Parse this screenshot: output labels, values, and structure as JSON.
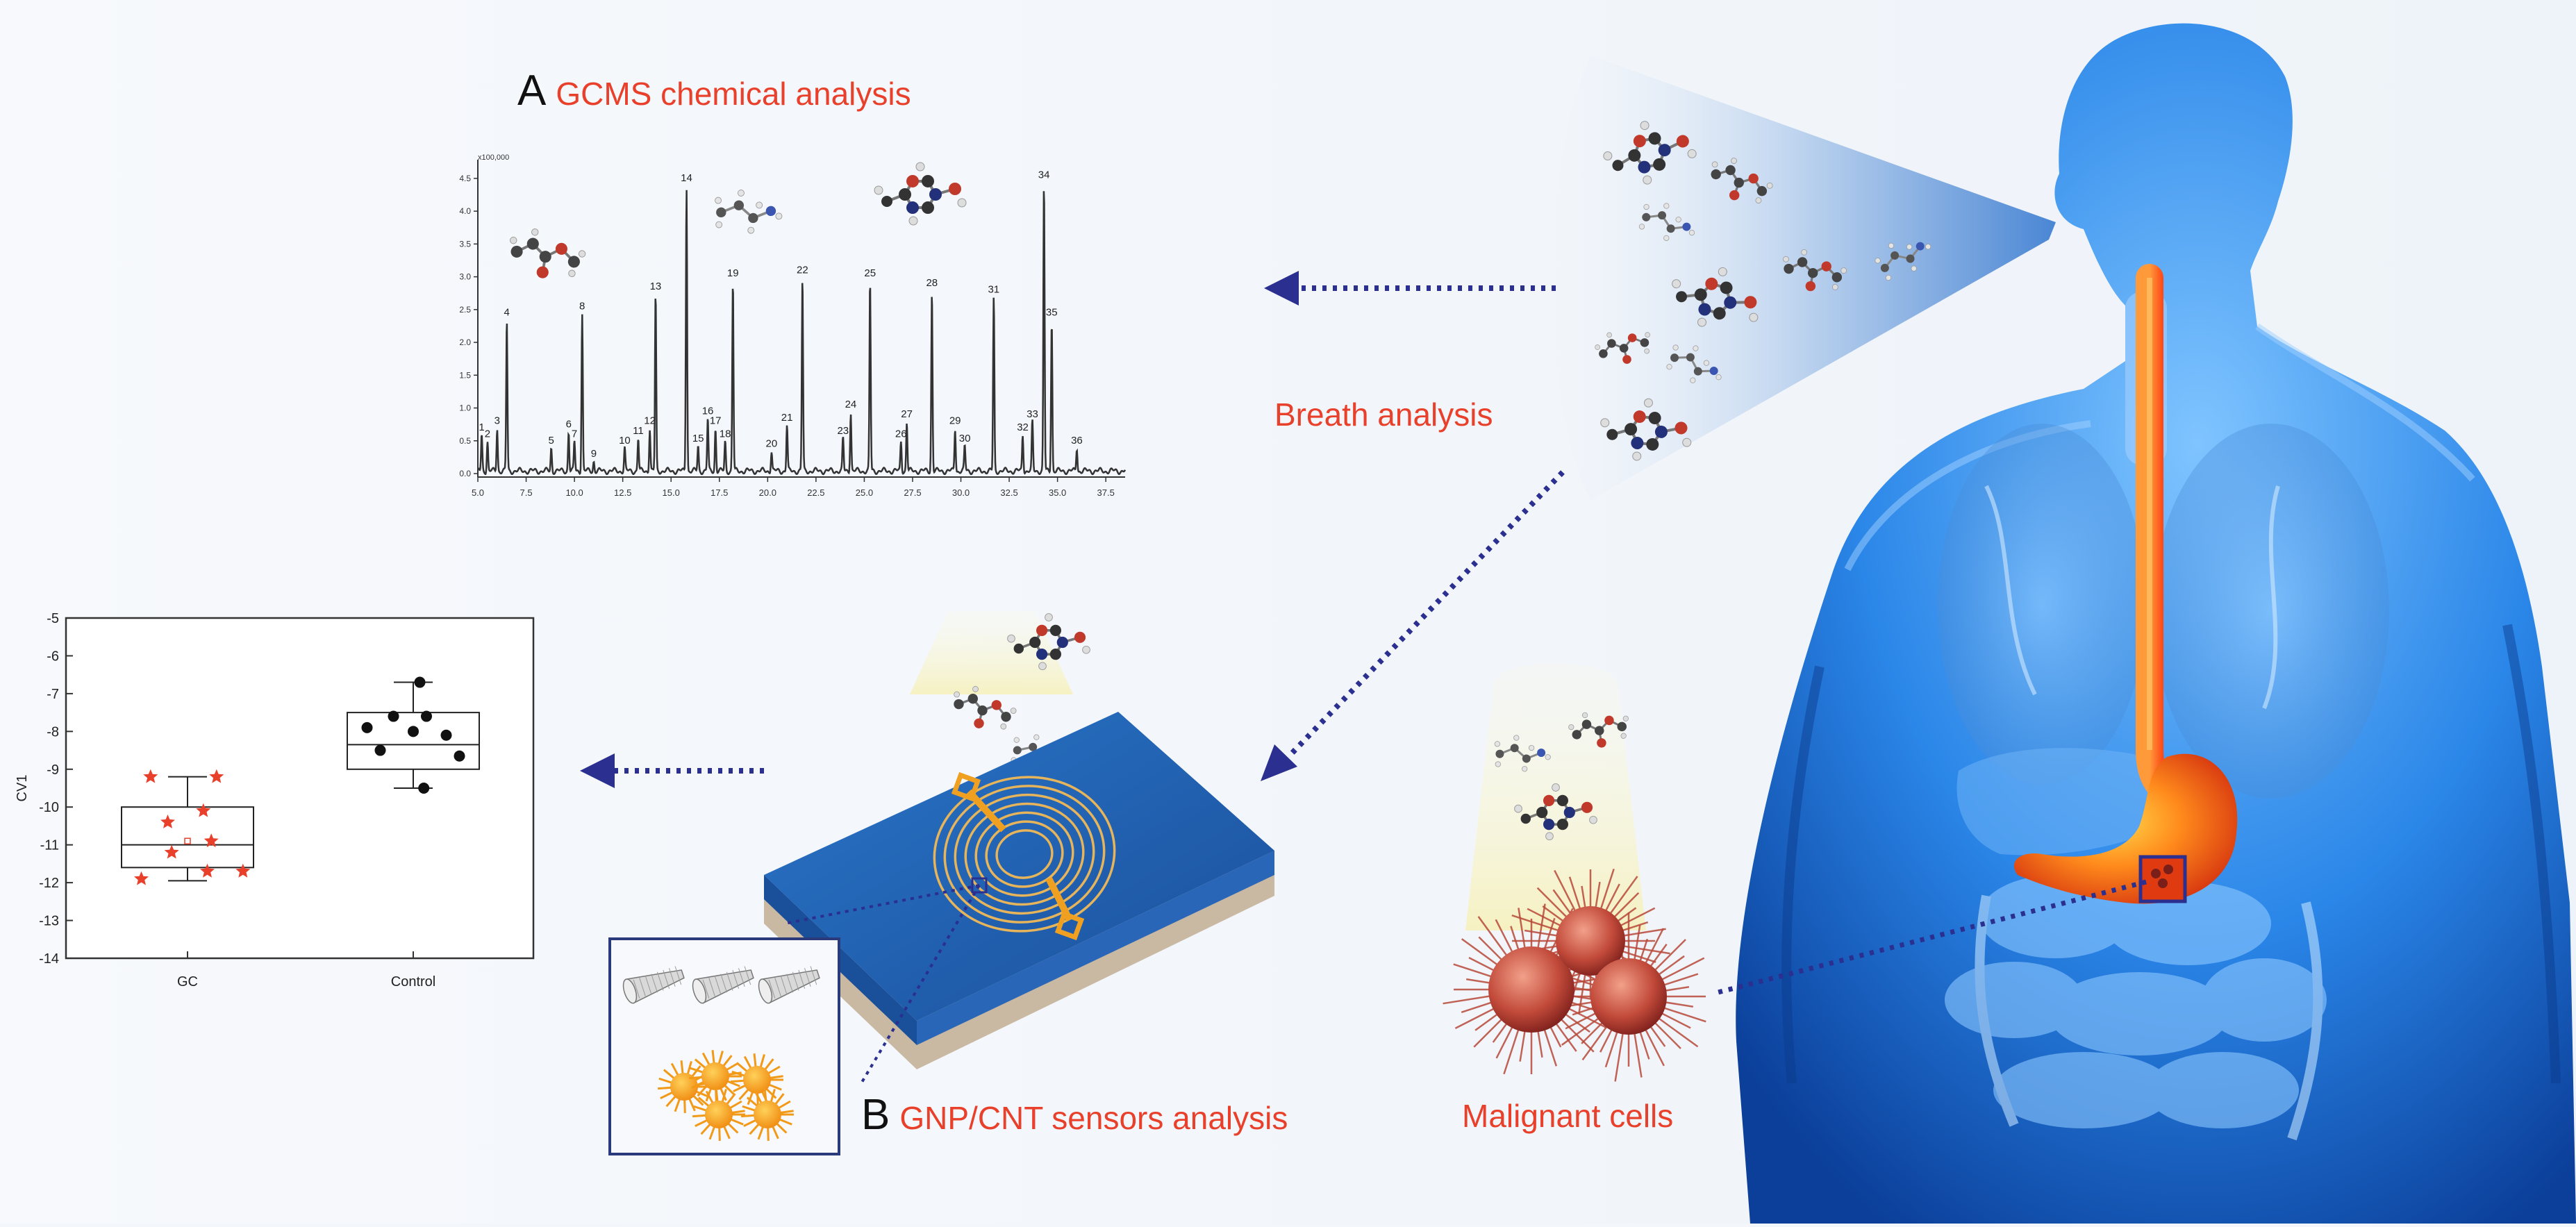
{
  "labels": {
    "panel_a": {
      "letter": "A",
      "text": "GCMS chemical analysis"
    },
    "panel_b": {
      "letter": "B",
      "text": "GNP/CNT sensors analysis"
    },
    "breath": "Breath analysis",
    "malignant": "Malignant cells"
  },
  "colors": {
    "label_red": "#e8402a",
    "arrow_navy": "#2b2f8f",
    "sensor_blue": "#1f5fae",
    "body_blue": "#1e6fd6",
    "electrode_orange": "#f0a020",
    "stomach_orange": "#ff6a1a"
  },
  "chart_data": [
    {
      "type": "line",
      "title": "",
      "xlabel": "",
      "ylabel": "",
      "x_ticks": [
        "5.0",
        "7.5",
        "10.0",
        "12.5",
        "15.0",
        "17.5",
        "20.0",
        "22.5",
        "25.0",
        "27.5",
        "30.0",
        "32.5",
        "35.0",
        "37.5"
      ],
      "y_ticks": [
        "0.0",
        "0.5",
        "1.0",
        "1.5",
        "2.0",
        "2.5",
        "3.0",
        "3.5",
        "4.0",
        "4.5"
      ],
      "xlim": [
        5.0,
        38.5
      ],
      "ylim": [
        0.0,
        4.7
      ],
      "scale_label": "x100,000",
      "peaks": [
        {
          "label": "1",
          "x": 5.2,
          "y": 0.55
        },
        {
          "label": "2",
          "x": 5.5,
          "y": 0.45
        },
        {
          "label": "3",
          "x": 6.0,
          "y": 0.65
        },
        {
          "label": "4",
          "x": 6.5,
          "y": 2.3
        },
        {
          "label": "5",
          "x": 8.8,
          "y": 0.35
        },
        {
          "label": "6",
          "x": 9.7,
          "y": 0.6
        },
        {
          "label": "7",
          "x": 10.0,
          "y": 0.45
        },
        {
          "label": "8",
          "x": 10.4,
          "y": 2.4
        },
        {
          "label": "9",
          "x": 11.0,
          "y": 0.15
        },
        {
          "label": "10",
          "x": 12.6,
          "y": 0.35
        },
        {
          "label": "11",
          "x": 13.3,
          "y": 0.5
        },
        {
          "label": "12",
          "x": 13.9,
          "y": 0.65
        },
        {
          "label": "13",
          "x": 14.2,
          "y": 2.7
        },
        {
          "label": "14",
          "x": 15.8,
          "y": 4.35
        },
        {
          "label": "15",
          "x": 16.4,
          "y": 0.38
        },
        {
          "label": "16",
          "x": 16.9,
          "y": 0.8
        },
        {
          "label": "17",
          "x": 17.3,
          "y": 0.65
        },
        {
          "label": "18",
          "x": 17.8,
          "y": 0.45
        },
        {
          "label": "19",
          "x": 18.2,
          "y": 2.9
        },
        {
          "label": "20",
          "x": 20.2,
          "y": 0.3
        },
        {
          "label": "21",
          "x": 21.0,
          "y": 0.7
        },
        {
          "label": "22",
          "x": 21.8,
          "y": 2.95
        },
        {
          "label": "23",
          "x": 23.9,
          "y": 0.5
        },
        {
          "label": "24",
          "x": 24.3,
          "y": 0.9
        },
        {
          "label": "25",
          "x": 25.3,
          "y": 2.9
        },
        {
          "label": "26",
          "x": 26.9,
          "y": 0.45
        },
        {
          "label": "27",
          "x": 27.2,
          "y": 0.75
        },
        {
          "label": "28",
          "x": 28.5,
          "y": 2.75
        },
        {
          "label": "29",
          "x": 29.7,
          "y": 0.65
        },
        {
          "label": "30",
          "x": 30.2,
          "y": 0.38
        },
        {
          "label": "31",
          "x": 31.7,
          "y": 2.65
        },
        {
          "label": "32",
          "x": 33.2,
          "y": 0.55
        },
        {
          "label": "33",
          "x": 33.7,
          "y": 0.75
        },
        {
          "label": "34",
          "x": 34.3,
          "y": 4.4
        },
        {
          "label": "35",
          "x": 34.7,
          "y": 2.3
        },
        {
          "label": "36",
          "x": 36.0,
          "y": 0.35
        }
      ]
    },
    {
      "type": "box",
      "title": "",
      "xlabel": "",
      "ylabel": "CV1",
      "categories": [
        "GC",
        "Control"
      ],
      "ylim": [
        -14,
        -5
      ],
      "y_ticks": [
        "-5",
        "-6",
        "-7",
        "-8",
        "-9",
        "-10",
        "-11",
        "-12",
        "-13",
        "-14"
      ],
      "boxes": [
        {
          "name": "GC",
          "whisker_low": -11.95,
          "q1": -11.6,
          "median": -11.0,
          "q3": -10.0,
          "whisker_high": -9.2,
          "mean": -10.9
        },
        {
          "name": "Control",
          "whisker_low": -9.5,
          "q1": -9.0,
          "median": -8.35,
          "q3": -7.5,
          "whisker_high": -6.7
        }
      ],
      "points": {
        "GC": [
          [
            -0.28,
            -9.2
          ],
          [
            0.22,
            -9.2
          ],
          [
            -0.15,
            -10.4
          ],
          [
            0.12,
            -10.1
          ],
          [
            -0.12,
            -11.2
          ],
          [
            0.18,
            -10.9
          ],
          [
            -0.35,
            -11.9
          ],
          [
            0.15,
            -11.7
          ],
          [
            0.42,
            -11.7
          ]
        ],
        "Control": [
          [
            0.05,
            -6.7
          ],
          [
            -0.15,
            -7.6
          ],
          [
            0.1,
            -7.6
          ],
          [
            -0.35,
            -7.9
          ],
          [
            0.0,
            -8.0
          ],
          [
            0.25,
            -8.1
          ],
          [
            -0.25,
            -8.5
          ],
          [
            0.35,
            -8.65
          ],
          [
            0.08,
            -9.5
          ]
        ]
      }
    }
  ]
}
